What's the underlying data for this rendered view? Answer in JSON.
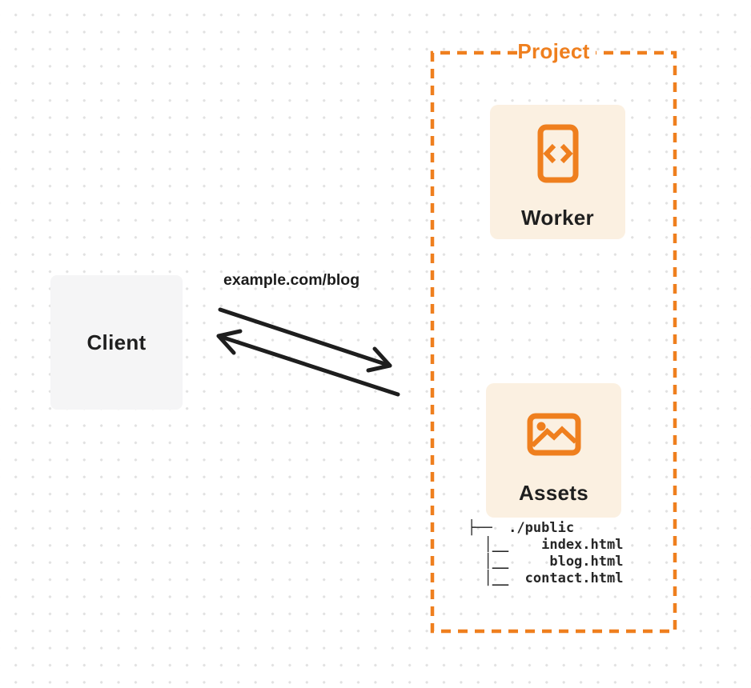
{
  "colors": {
    "accent_orange": "#ef7f1e",
    "card_cream": "#fbf0e1",
    "client_gray": "#f5f5f6",
    "ink": "#1e1e1e",
    "dot_grid": "#e1e1e1"
  },
  "client": {
    "label": "Client"
  },
  "request": {
    "label": "example.com/blog"
  },
  "project": {
    "label": "Project",
    "worker": {
      "label": "Worker",
      "icon": "code-file-icon"
    },
    "assets": {
      "label": "Assets",
      "icon": "image-icon"
    },
    "file_tree": {
      "lines": [
        "├──  ./public",
        "  │__    index.html",
        "  │__     blog.html",
        "  │__  contact.html"
      ]
    }
  }
}
